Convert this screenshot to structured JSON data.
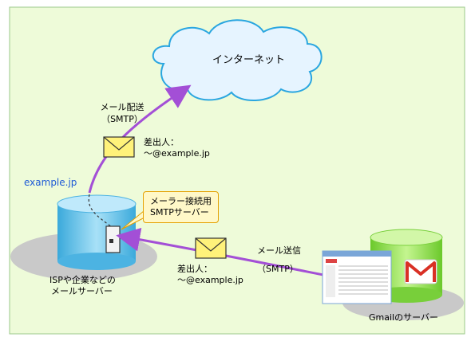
{
  "title": "インターネット",
  "domain_label": "example.jp",
  "relay": {
    "label": "メール配送",
    "protocol": "（SMTP）"
  },
  "sender_top": {
    "label": "差出人：",
    "address": "～@example.jp"
  },
  "isp_server": {
    "line1": "ISPや企業などの",
    "line2": "メールサーバー"
  },
  "callout": {
    "line1": "メーラー接続用",
    "line2": "SMTPサーバー"
  },
  "submit": {
    "label": "メール送信",
    "protocol": "（SMTP）"
  },
  "sender_bottom": {
    "label": "差出人：",
    "address": "～@example.jp"
  },
  "gmail_server": {
    "label": "Gmailのサーバー"
  },
  "colors": {
    "background": "#ffffff",
    "panel": "#eefbd9",
    "panel_border": "#9bc98a",
    "cloud_fill": "#e6f4ff",
    "cloud_stroke": "#2aa6e0",
    "arrow": "#a34fd6",
    "blue_db": "#74c8ef",
    "green_db": "#9be552",
    "envelope": "#fff27a",
    "callout_fill": "#fff8c8",
    "callout_stroke": "#e5a000"
  }
}
